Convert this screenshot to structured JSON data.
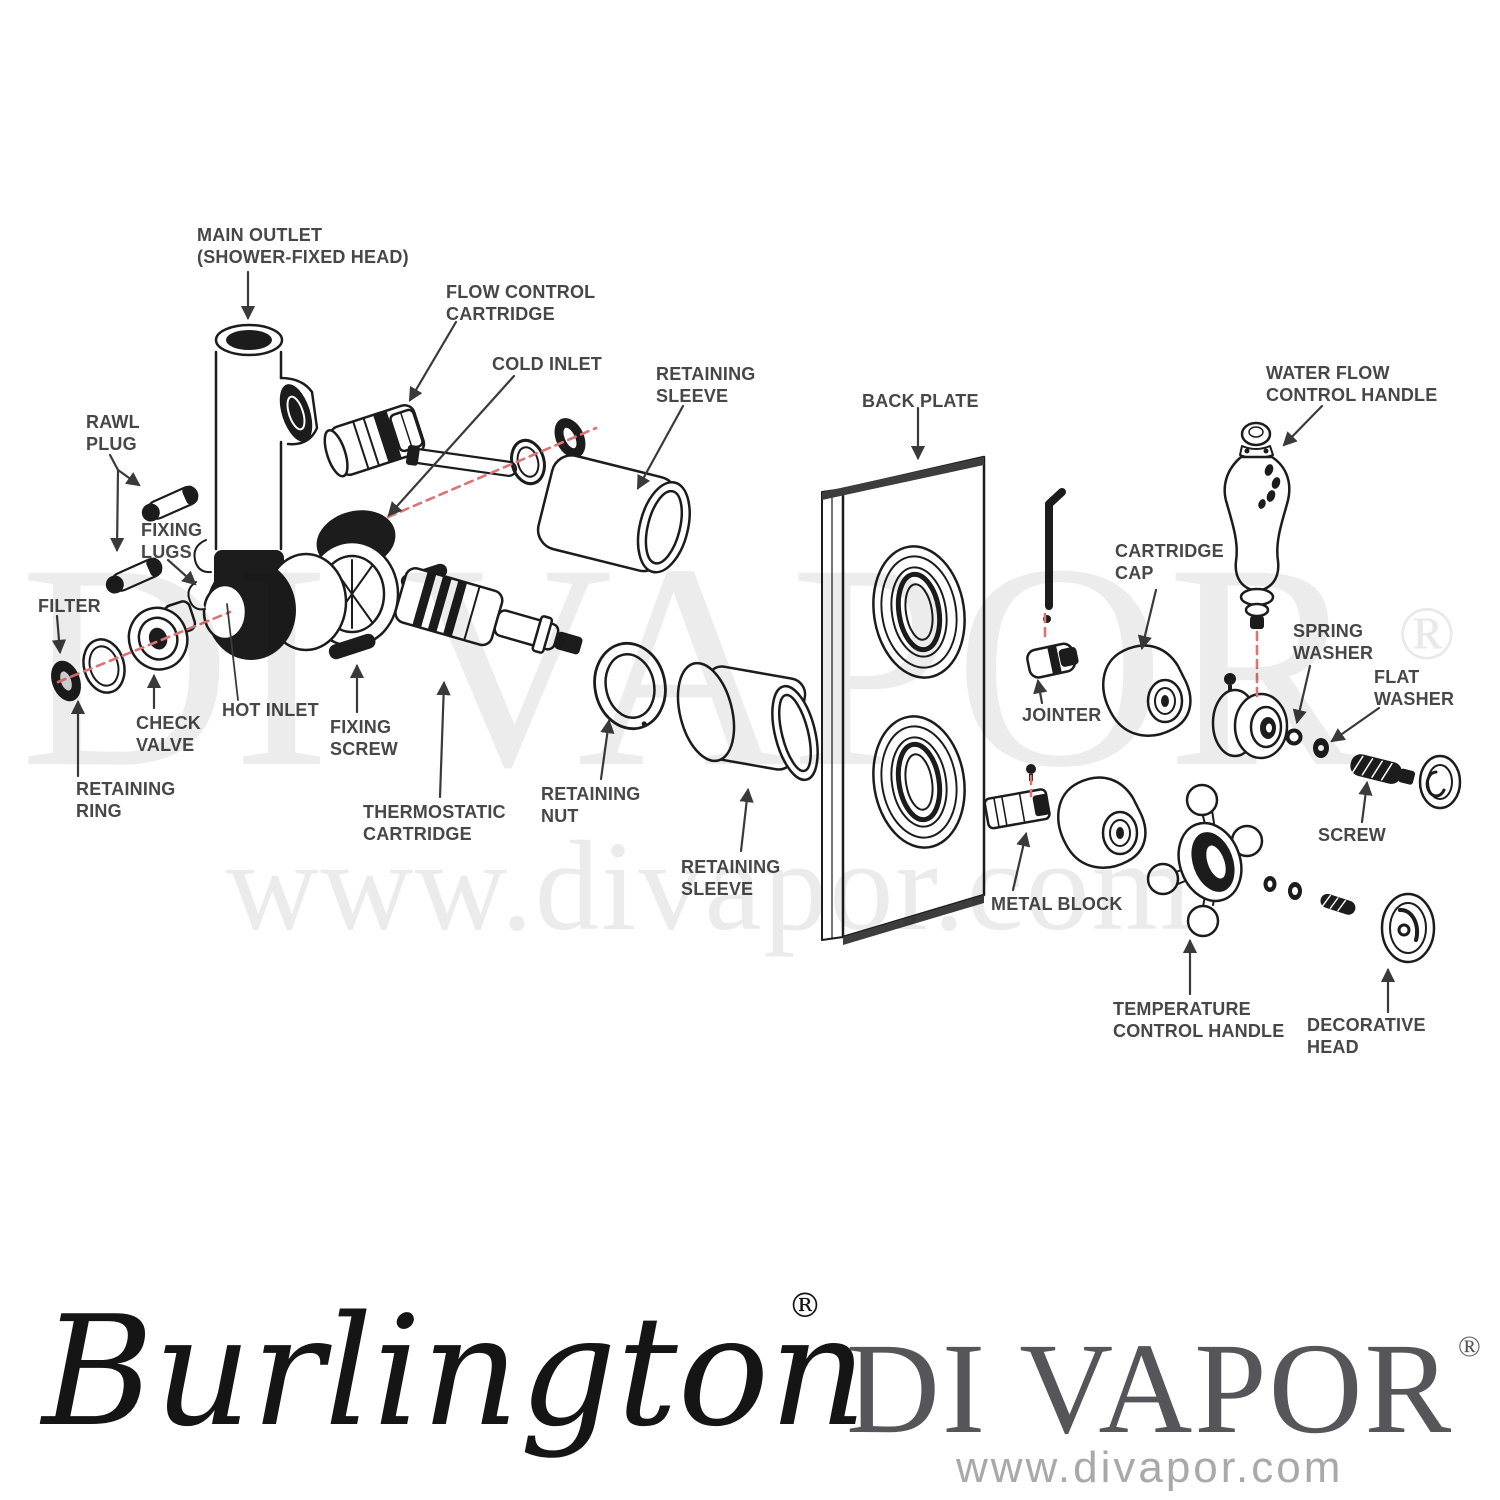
{
  "diagram": {
    "labels": {
      "main_outlet": "MAIN OUTLET\n(SHOWER-FIXED HEAD)",
      "flow_control_cartridge": "FLOW CONTROL\nCARTRIDGE",
      "cold_inlet": "COLD INLET",
      "retaining_sleeve_top": "RETAINING\nSLEEVE",
      "back_plate": "BACK PLATE",
      "water_flow_control_handle": "WATER FLOW\nCONTROL HANDLE",
      "rawl_plug": "RAWL\nPLUG",
      "fixing_lugs": "FIXING\nLUGS",
      "filter": "FILTER",
      "check_valve": "CHECK\nVALVE",
      "hot_inlet": "HOT INLET",
      "fixing_screw": "FIXING\nSCREW",
      "retaining_ring": "RETAINING\nRING",
      "thermostatic_cartridge": "THERMOSTATIC\nCARTRIDGE",
      "retaining_nut": "RETAINING\nNUT",
      "retaining_sleeve_bottom": "RETAINING\nSLEEVE",
      "cartridge_cap": "CARTRIDGE\nCAP",
      "jointer": "JOINTER",
      "spring_washer": "SPRING\nWASHER",
      "flat_washer": "FLAT\nWASHER",
      "screw": "SCREW",
      "metal_block": "METAL BLOCK",
      "temperature_control_handle": "TEMPERATURE\nCONTROL HANDLE",
      "decorative_head": "DECORATIVE\nHEAD"
    }
  },
  "watermark": {
    "brand": "DI VAPOR",
    "registered": "®",
    "url": "www.divapor.com"
  },
  "footer": {
    "burlington": "Burlington",
    "burlington_registered": "®",
    "divapor": "DI VAPOR",
    "divapor_registered": "®",
    "url": "www.divapor.com"
  },
  "colors": {
    "line": "#1c1c1c",
    "label_text": "#474747",
    "axis_red": "#dd7474",
    "watermark_gray": "#ececec",
    "footer_divapor": "#55555a",
    "footer_url": "#a9a9a9"
  }
}
